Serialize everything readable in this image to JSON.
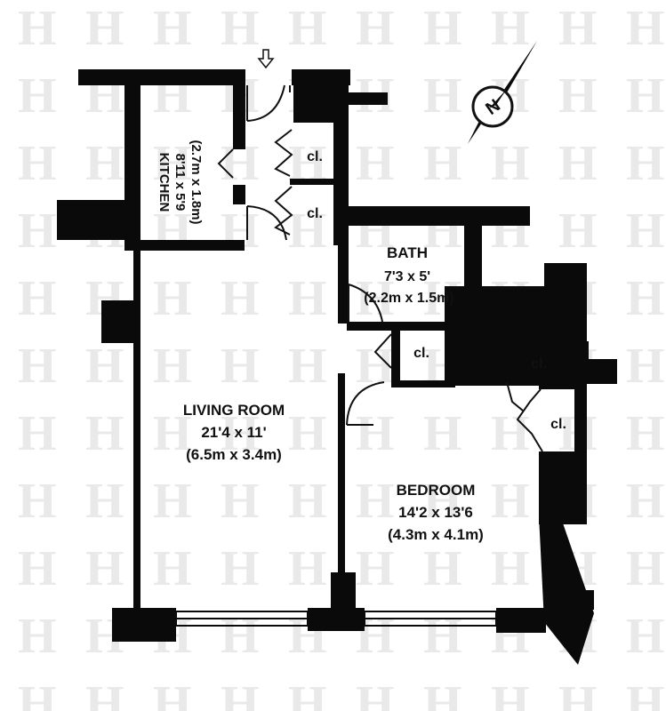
{
  "rooms": {
    "kitchen": {
      "name": "KITCHEN",
      "size_imperial": "8'11 x 5'9",
      "size_metric": "(2.7m x 1.8m)"
    },
    "bath": {
      "name": "BATH",
      "size_imperial": "7'3 x 5'",
      "size_metric": "(2.2m x 1.5m)"
    },
    "living_room": {
      "name": "LIVING ROOM",
      "size_imperial": "21'4 x 11'",
      "size_metric": "(6.5m x 3.4m)"
    },
    "bedroom": {
      "name": "BEDROOM",
      "size_imperial": "14'2 x 13'6",
      "size_metric": "(4.3m x 4.1m)"
    }
  },
  "closets": [
    {
      "label": "cl."
    },
    {
      "label": "cl."
    },
    {
      "label": "cl."
    },
    {
      "label": "cl."
    },
    {
      "label": "cl."
    }
  ],
  "compass": {
    "letter": "N"
  },
  "watermark": {
    "glyph": "H"
  },
  "colors": {
    "wall": "#0a0a0a",
    "background": "#ffffff",
    "watermark": "#e9e9e9"
  },
  "icons": {
    "entry": "arrow-down-icon",
    "compass": "compass-icon"
  }
}
